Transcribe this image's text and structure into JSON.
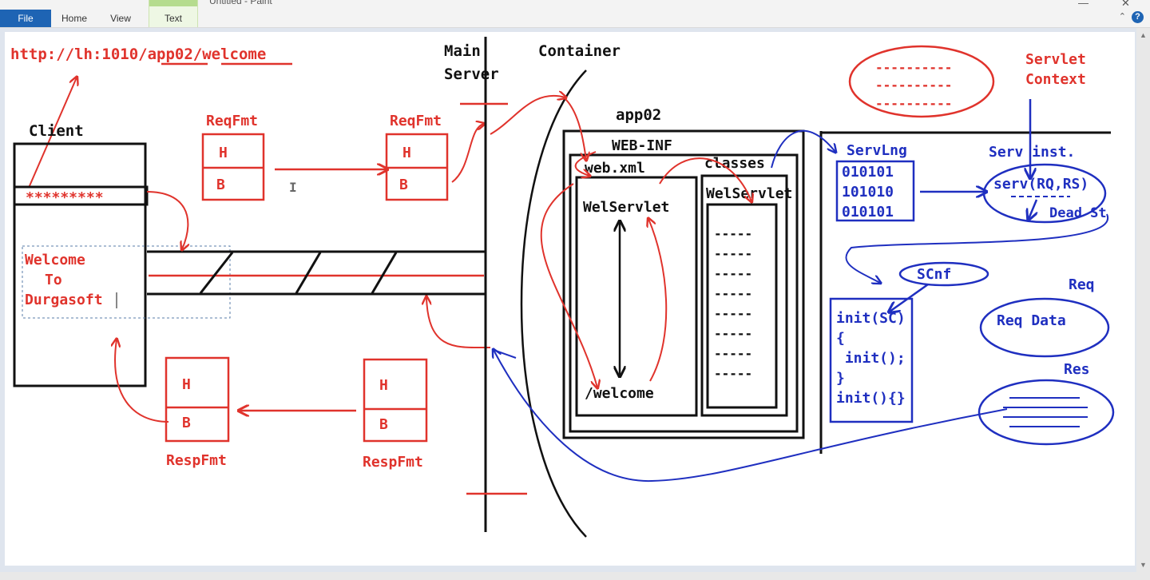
{
  "window": {
    "title": "Untitled - Paint",
    "minimize": "—",
    "close": "✕"
  },
  "ribbon": {
    "tabs": [
      {
        "label": "File"
      },
      {
        "label": "Home"
      },
      {
        "label": "View"
      },
      {
        "label": "Text"
      }
    ],
    "help": "?",
    "expand": "⌃"
  },
  "drawing": {
    "url": "http://lh:1010/app02/welcome",
    "client_label": "Client",
    "address_stars": "*********",
    "page_text": [
      "Welcome",
      "To",
      "Durgasoft"
    ],
    "req_fmt": "ReqFmt",
    "resp_fmt": "RespFmt",
    "header_letter": "H",
    "body_letter": "B",
    "main_server": [
      "Main",
      "Server"
    ],
    "container": "Container",
    "app": "app02",
    "web_inf": "WEB-INF",
    "web_xml": "web.xml",
    "classes": "classes",
    "servlet_name": "WelServlet",
    "url_pattern": "/welcome",
    "class_servlet": "WelServlet",
    "dash": "-----",
    "servlet_context": [
      "Servlet",
      "Context"
    ],
    "dashes_long": "----------",
    "serv_lng": "ServLng",
    "bytes": [
      "010101",
      "101010",
      "010101"
    ],
    "serv_inst": "Serv inst.",
    "serv_call": "serv(RQ,RS)",
    "dead_st": "Dead St",
    "scnf": "SCnf",
    "init_code": [
      "init(SC)",
      "{",
      " init();",
      "}",
      "init(){}"
    ],
    "req_label": "Req",
    "req_data": "Req Data",
    "res_label": "Res"
  },
  "colors": {
    "red": "#e0332c",
    "blue": "#1f2fc0",
    "black": "#111111",
    "ribbon_blue": "#1e64b4"
  }
}
